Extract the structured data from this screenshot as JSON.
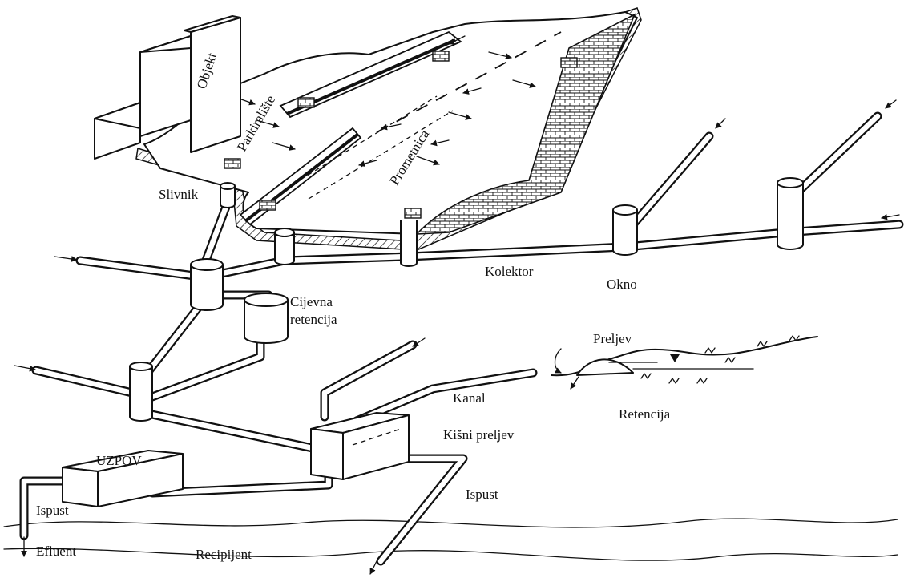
{
  "labels": {
    "objekt": "Objekt",
    "parkiraliste": "Parkiralište",
    "prometnica": "Prometnica",
    "slivnik": "Slivnik",
    "kolektor": "Kolektor",
    "okno": "Okno",
    "cijevna_line1": "Cijevna",
    "cijevna_line2": "retencija",
    "preljev": "Preljev",
    "kanal": "Kanal",
    "retencija": "Retencija",
    "kisni_preljev": "Kišni preljev",
    "uzpov": "UZPOV",
    "ispust_left": "Ispust",
    "ispust_right": "Ispust",
    "efluent": "Efluent",
    "recipijent": "Recipijent"
  },
  "colors": {
    "ink": "#111111",
    "paper": "#ffffff"
  }
}
